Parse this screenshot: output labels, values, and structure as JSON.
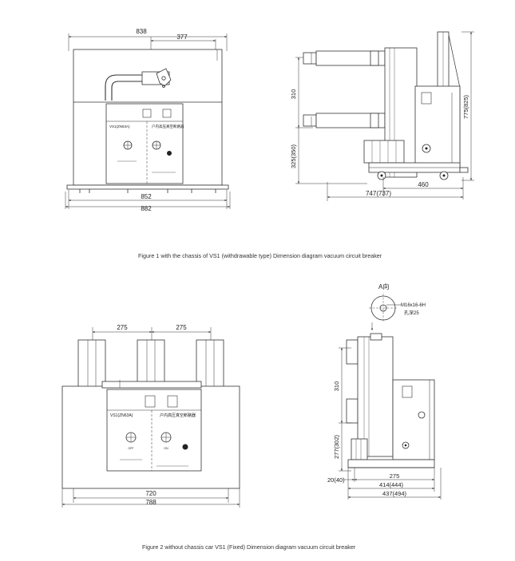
{
  "figure1": {
    "caption": "Figure 1 with the chassis of VS1 (withdrawable type) Dimension diagram vacuum circuit breaker",
    "front": {
      "dims": {
        "top_width": "838",
        "top_offset": "377",
        "width_852": "852",
        "width_882": "882"
      },
      "panel": {
        "model": "VS1(ZN63A)",
        "name": "户内高压真空断路器"
      }
    },
    "side": {
      "dims": {
        "h310": "310",
        "h325": "325(350)",
        "h775": "775(825)",
        "w460": "460",
        "w747": "747(737)"
      }
    }
  },
  "figure2": {
    "caption": "Figure 2 without chassis car VS1 (Fixed) Dimension diagram vacuum circuit breaker",
    "front": {
      "dims": {
        "spacing_left": "275",
        "spacing_right": "275",
        "width_720": "720",
        "width_788": "788"
      },
      "panel": {
        "model": "VS1(ZN63A)",
        "name": "户内高压真空断路器",
        "off_label": "OFF",
        "on_label": "ON"
      }
    },
    "side": {
      "dims": {
        "h310": "310",
        "h277": "277(302)",
        "w20": "20(40)",
        "w275": "275",
        "w414": "414(444)",
        "w437": "437(494)"
      },
      "detail": {
        "title": "A向",
        "thread": "M16x16-6H",
        "depth": "孔深25"
      }
    }
  }
}
